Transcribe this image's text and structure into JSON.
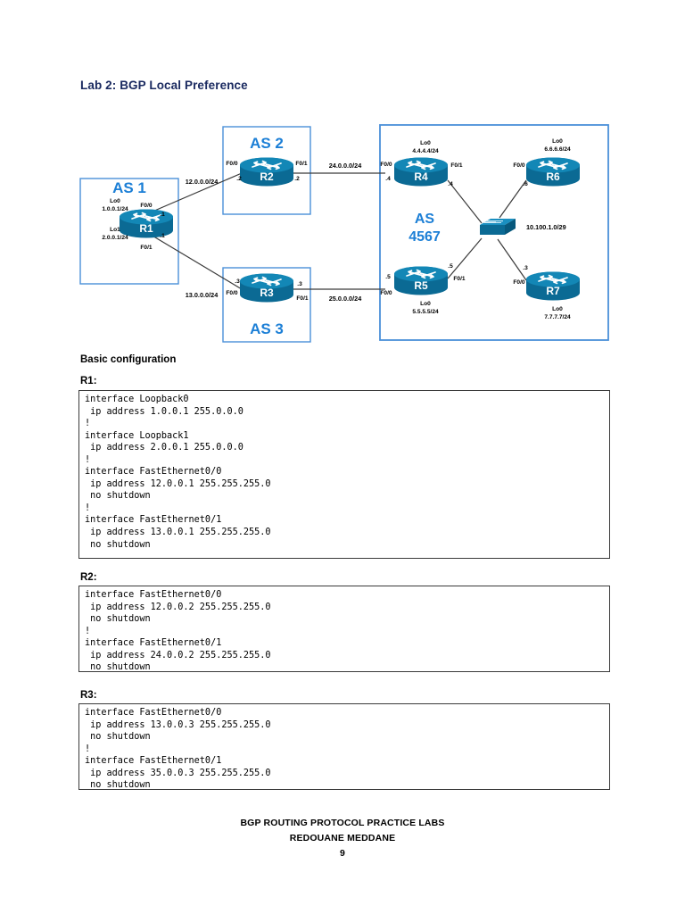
{
  "document": {
    "lab_title": "Lab 2: BGP Local Preference",
    "section_heading": "Basic configuration"
  },
  "diagram": {
    "as_labels": {
      "as1": "AS 1",
      "as2": "AS 2",
      "as3": "AS 3",
      "as4567_line1": "AS",
      "as4567_line2": "4567"
    },
    "routers": {
      "r1": "R1",
      "r2": "R2",
      "r3": "R3",
      "r4": "R4",
      "r5": "R5",
      "r6": "R6",
      "r7": "R7"
    },
    "loopbacks": {
      "r1_lo0_name": "Lo0",
      "r1_lo0_addr": "1.0.0.1/24",
      "r1_lo1_name": "Lo1",
      "r1_lo1_addr": "2.0.0.1/24",
      "r4_lo0_name": "Lo0",
      "r4_lo0_addr": "4.4.4.4/24",
      "r5_lo0_name": "Lo0",
      "r5_lo0_addr": "5.5.5.5/24",
      "r6_lo0_name": "Lo0",
      "r6_lo0_addr": "6.6.6.6/24",
      "r7_lo0_name": "Lo0",
      "r7_lo0_addr": "7.7.7.7/24"
    },
    "interfaces": {
      "r1_f00": "F0/0",
      "r1_f00_ip": ".1",
      "r1_f01": "F0/1",
      "r1_f01_ip": ".1",
      "r2_f00": "F0/0",
      "r2_f00_ip": ".2",
      "r2_f01": "F0/1",
      "r2_f01_ip": ".2",
      "r3_f00": "F0/0",
      "r3_f00_ip": ".3",
      "r3_f01": "F0/1",
      "r3_f01_ip": ".3",
      "r4_f00": "F0/0",
      "r4_f00_ip": ".4",
      "r4_f01": "F0/1",
      "r4_f01_ip": ".4",
      "r5_f00": "F0/0",
      "r5_f00_ip": ".5",
      "r5_f01": "F0/1",
      "r5_f01_ip": ".5",
      "r6_f00": "F0/0",
      "r6_f00_ip": ".6",
      "r7_f00": "F0/0",
      "r7_f00_ip": ".3"
    },
    "links": {
      "r1_r2": "12.0.0.0/24",
      "r1_r3": "13.0.0.0/24",
      "r2_r4": "24.0.0.0/24",
      "r3_r5": "25.0.0.0/24",
      "switch_segment": "10.100.1.0/29"
    },
    "colors": {
      "as_box_border": "#4a90d9",
      "as_label": "#1c7fd6",
      "router_body": "#0b6a94",
      "router_top": "#1186b5",
      "link_line": "#3a3a3a"
    }
  },
  "configs": [
    {
      "label": "R1:",
      "text": "interface Loopback0\n ip address 1.0.0.1 255.0.0.0\n!\ninterface Loopback1\n ip address 2.0.0.1 255.0.0.0\n!\ninterface FastEthernet0/0\n ip address 12.0.0.1 255.255.255.0\n no shutdown\n!\ninterface FastEthernet0/1\n ip address 13.0.0.1 255.255.255.0\n no shutdown"
    },
    {
      "label": "R2:",
      "text": "interface FastEthernet0/0\n ip address 12.0.0.2 255.255.255.0\n no shutdown\n!\ninterface FastEthernet0/1\n ip address 24.0.0.2 255.255.255.0\n no shutdown"
    },
    {
      "label": "R3:",
      "text": "interface FastEthernet0/0\n ip address 13.0.0.3 255.255.255.0\n no shutdown\n!\ninterface FastEthernet0/1\n ip address 35.0.0.3 255.255.255.0\n no shutdown"
    }
  ],
  "footer": {
    "line1": "BGP ROUTING PROTOCOL PRACTICE LABS",
    "line2": "REDOUANE MEDDANE",
    "page_number": "9"
  }
}
